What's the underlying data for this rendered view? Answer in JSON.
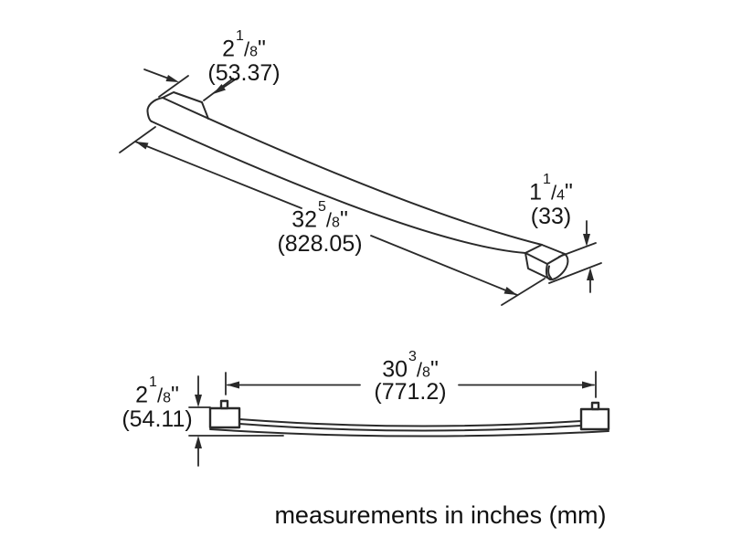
{
  "caption": "measurements in inches (mm)",
  "colors": {
    "line": "#2a2a2a",
    "text": "#161616",
    "background": "#ffffff"
  },
  "dimensions": {
    "endcap_width": {
      "whole": "2",
      "numerator": "1",
      "slash": "/",
      "denominator": "8",
      "unit": "\"",
      "mm": "(53.37)"
    },
    "overall_length": {
      "whole": "32",
      "numerator": "5",
      "slash": "/",
      "denominator": "8",
      "unit": "\"",
      "mm": "(828.05)"
    },
    "bar_thickness": {
      "whole": "1",
      "numerator": "1",
      "slash": "/",
      "denominator": "4",
      "unit": "\"",
      "mm": "(33)"
    },
    "mount_spacing": {
      "whole": "30",
      "numerator": "3",
      "slash": "/",
      "denominator": "8",
      "unit": "\"",
      "mm": "(771.2)"
    },
    "mount_height": {
      "whole": "2",
      "numerator": "1",
      "slash": "/",
      "denominator": "8",
      "unit": "\"",
      "mm": "(54.11)"
    }
  }
}
